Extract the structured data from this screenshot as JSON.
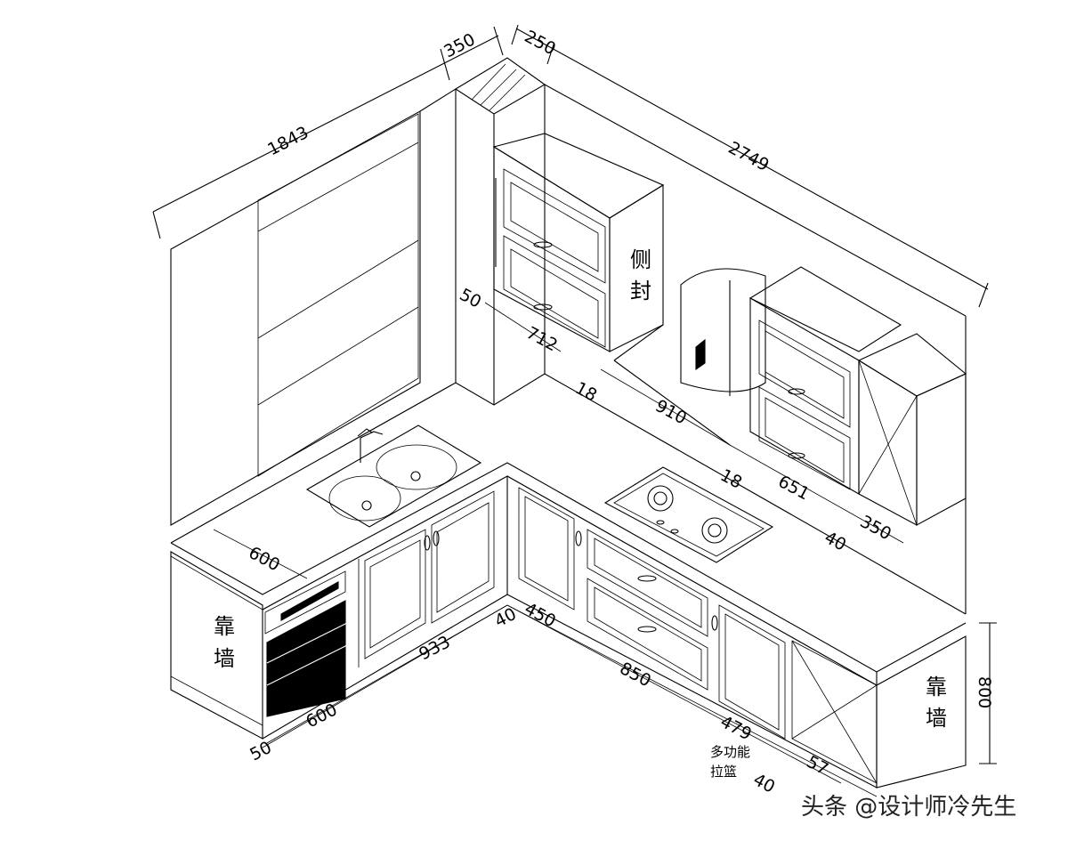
{
  "dimensions": {
    "d1843": "1843",
    "d350_top": "350",
    "d250": "250",
    "d2749": "2749",
    "d50_upper": "50",
    "d712": "712",
    "d18_a": "18",
    "d910": "910",
    "d18_b": "18",
    "d651": "651",
    "d350_right": "350",
    "d40_right": "40",
    "d600_top": "600",
    "d933": "933",
    "d40_mid": "40",
    "d450": "450",
    "d850": "850",
    "d479": "479",
    "d57": "57",
    "d40_bottom": "40",
    "d600_bottom": "600",
    "d50_bottom": "50",
    "d800": "800"
  },
  "labels": {
    "side_panel_1": "侧",
    "side_panel_2": "封",
    "wall_left_1": "靠",
    "wall_left_2": "墙",
    "wall_right_1": "靠",
    "wall_right_2": "墙",
    "pull_basket_1": "多功能",
    "pull_basket_2": "拉篮"
  },
  "watermark": "头条 @设计师冷先生"
}
